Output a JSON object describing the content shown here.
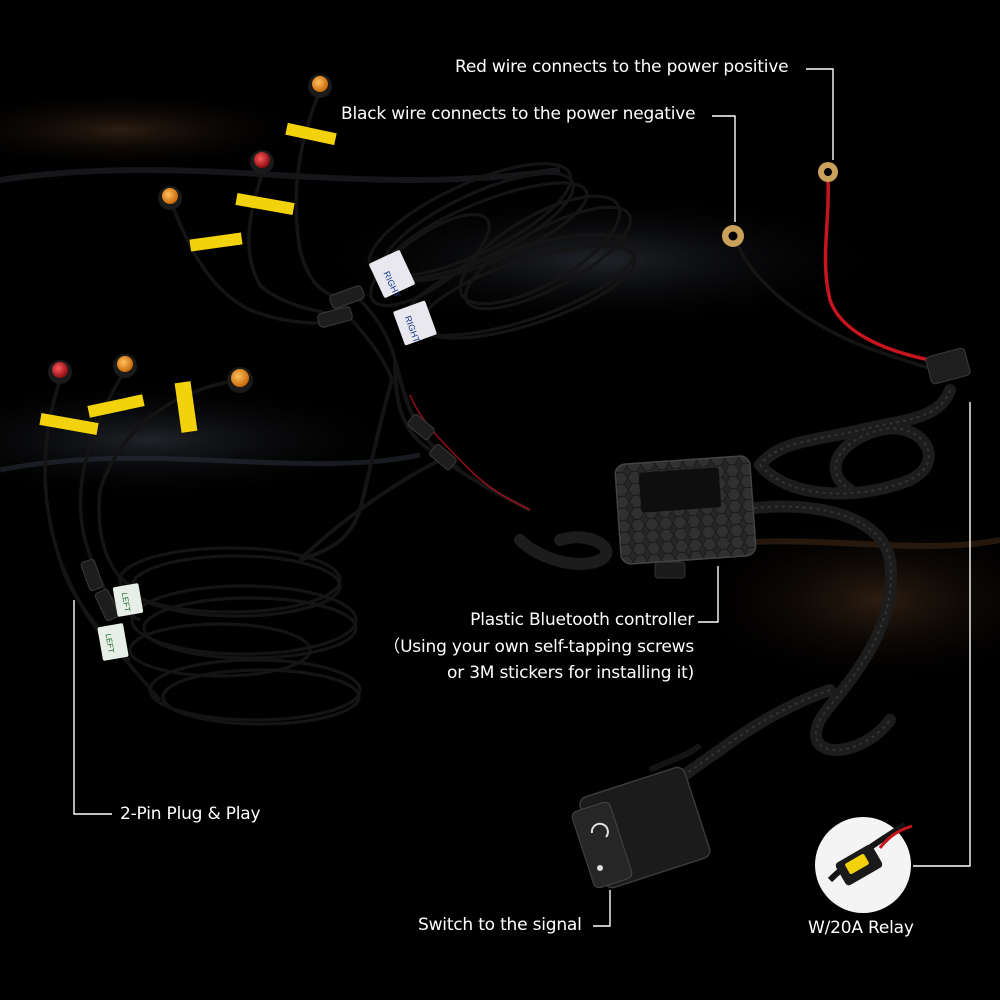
{
  "callouts": {
    "red_wire": "Red wire connects to the power positive",
    "black_wire": "Black wire connects to the power negative",
    "controller_line1": "Plastic Bluetooth controller",
    "controller_line2": "（Using your own self-tapping  screws",
    "controller_line3": "or 3M stickers for installing it)",
    "plug": "2-Pin Plug & Play",
    "switch": "Switch to the signal",
    "relay": "W/20A Relay"
  },
  "tags": {
    "right_a": "RIGHT",
    "right_b": "RIGHT",
    "left_a": "LEFT",
    "left_b": "LEFT"
  },
  "colors": {
    "background": "#000000",
    "text": "#ffffff",
    "wire_black": "#141414",
    "wire_red": "#c8141e",
    "amber_light": "#e88a12",
    "red_light": "#b8141c",
    "tag_yellow": "#f2d20a",
    "ring_terminal": "#c9a15a"
  }
}
